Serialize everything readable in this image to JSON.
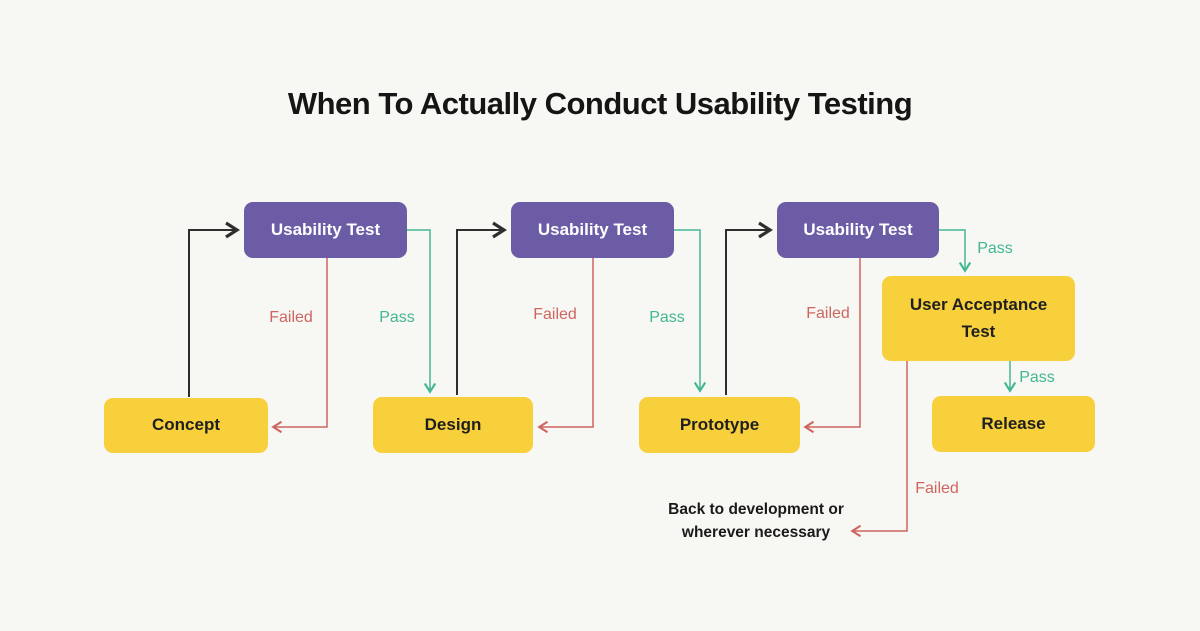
{
  "title": "When To Actually Conduct Usability Testing",
  "nodes": {
    "usability_test_1": {
      "label": "Usability Test"
    },
    "usability_test_2": {
      "label": "Usability Test"
    },
    "usability_test_3": {
      "label": "Usability Test"
    },
    "concept": {
      "label": "Concept"
    },
    "design": {
      "label": "Design"
    },
    "prototype": {
      "label": "Prototype"
    },
    "user_acceptance_test": {
      "label": "User Acceptance Test"
    },
    "release": {
      "label": "Release"
    }
  },
  "edge_labels": {
    "ut1_failed": "Failed",
    "ut1_pass": "Pass",
    "ut2_failed": "Failed",
    "ut2_pass": "Pass",
    "ut3_failed": "Failed",
    "ut3_pass": "Pass",
    "uat_pass": "Pass",
    "uat_failed": "Failed"
  },
  "note": {
    "line1": "Back to development or",
    "line2": "wherever necessary"
  },
  "colors": {
    "background": "#f7f7f4",
    "node_purple": "#6c5ca6",
    "node_yellow": "#f7d03b",
    "pass_green": "#43b793",
    "failed_red": "#ce655f",
    "flow_black": "#2e2e2e"
  }
}
